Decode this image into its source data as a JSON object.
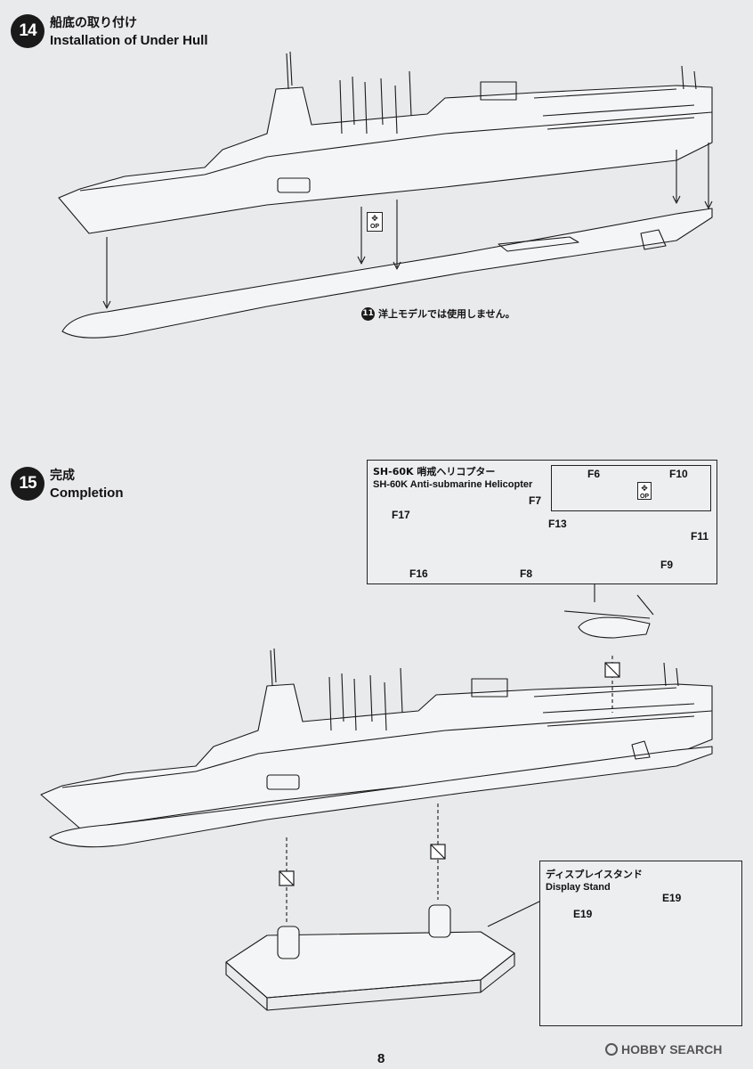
{
  "step14": {
    "number": "14",
    "title_jp": "船底の取り付け",
    "title_en": "Installation of Under Hull",
    "note_number": "11",
    "note_text": "洋上モデルでは使用しません。",
    "op_label": "OP"
  },
  "step15": {
    "number": "15",
    "title_jp": "完成",
    "title_en": "Completion"
  },
  "helicopter": {
    "title_jp": "SH-60K 哨戒ヘリコプター",
    "title_en": "SH-60K Anti-submarine Helicopter",
    "op_label": "OP",
    "parts": [
      "F6",
      "F10",
      "F7",
      "F17",
      "F13",
      "F16",
      "F8",
      "F11",
      "F9"
    ]
  },
  "stand": {
    "title_jp": "ディスプレイスタンド",
    "title_en": "Display Stand",
    "parts": [
      "E19",
      "E19"
    ]
  },
  "page_number": "8",
  "watermark": "HOBBY SEARCH"
}
